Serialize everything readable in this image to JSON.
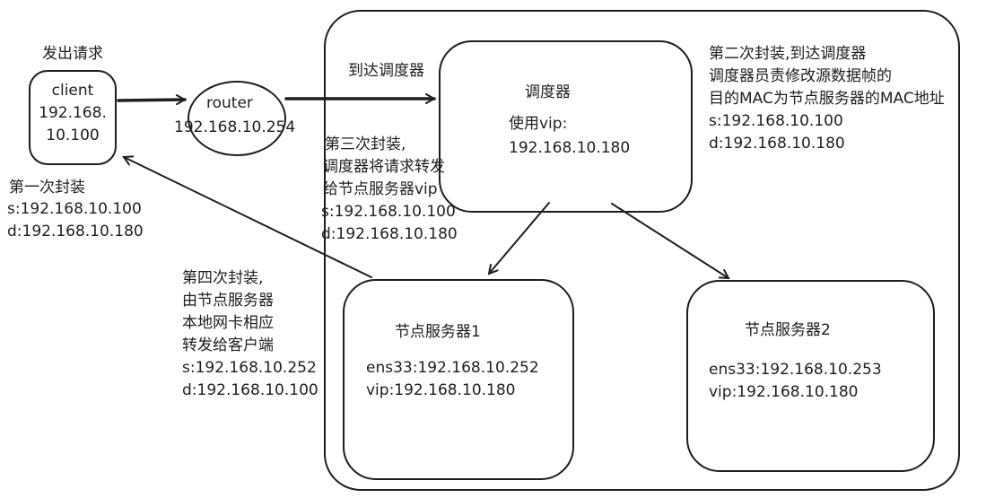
{
  "colors": {
    "stroke": "#1e1e1e",
    "text": "#1e1e1e",
    "background": "#ffffff"
  },
  "client": {
    "caption": "发出请求",
    "line1": "client",
    "line2": "192.168.",
    "line3": "10.100"
  },
  "router": {
    "label": "router",
    "ip": "192.168.10.254"
  },
  "arrow_labels": {
    "to_scheduler": "到达调度器"
  },
  "scheduler": {
    "title": "调度器",
    "vip_label": "使用vip:",
    "vip": "192.168.10.180"
  },
  "encap1": {
    "title": "第一次封装",
    "src": "s:192.168.10.100",
    "dst": "d:192.168.10.180"
  },
  "encap2": {
    "line1": "第二次封装,到达调度器",
    "line2": "调度器员责修改源数据帧的",
    "line3": "目的MAC为节点服务器的MAC地址",
    "src": "s:192.168.10.100",
    "dst": "d:192.168.10.180"
  },
  "encap3": {
    "line1": "第三次封装,",
    "line2": "调度器将请求转发",
    "line3": "给节点服务器vip",
    "src": "s:192.168.10.100",
    "dst": "d:192.168.10.180"
  },
  "encap4": {
    "line1": "第四次封装,",
    "line2": "由节点服务器",
    "line3": "本地网卡相应",
    "line4": "转发给客户端",
    "src": "s:192.168.10.252",
    "dst": "d:192.168.10.100"
  },
  "node1": {
    "title": "节点服务器1",
    "ens": "ens33:192.168.10.252",
    "vip": "vip:192.168.10.180"
  },
  "node2": {
    "title": "节点服务器2",
    "ens": "ens33:192.168.10.253",
    "vip": "vip:192.168.10.180"
  }
}
